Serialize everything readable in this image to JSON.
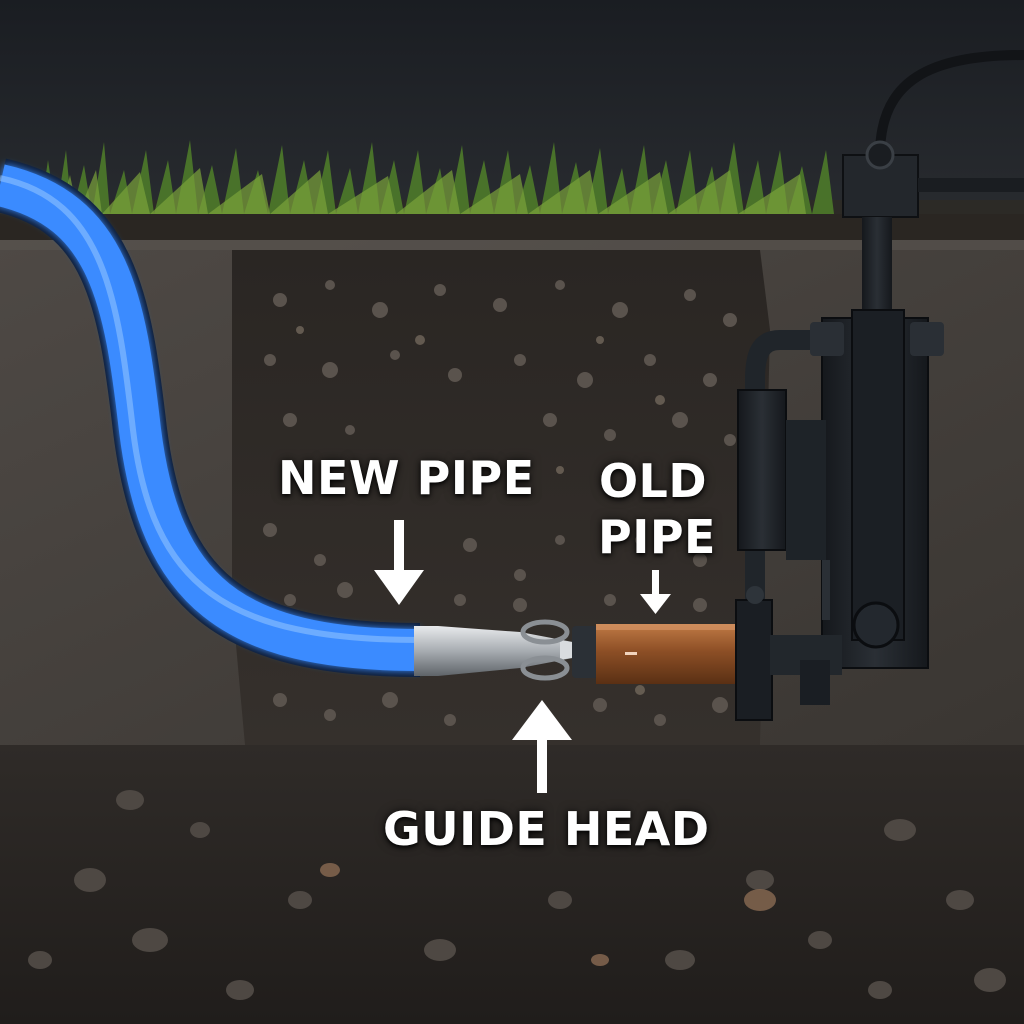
{
  "labels": {
    "new_pipe": "NEW PIPE",
    "old_pipe_line1": "OLD",
    "old_pipe_line2": "PIPE",
    "guide_head": "GUIDE HEAD"
  },
  "icons": {
    "new_pipe_arrow": "arrow-down-icon",
    "old_pipe_arrow": "arrow-down-icon",
    "guide_head_arrow": "arrow-up-icon"
  },
  "colors": {
    "new_pipe": "#3a8bff",
    "old_pipe": "#9a5a2c",
    "machine": "#1f2328",
    "grass": "#4e7a2a",
    "soil": "#2e2a27",
    "concrete": "#4a4541",
    "label_text": "#ffffff"
  }
}
